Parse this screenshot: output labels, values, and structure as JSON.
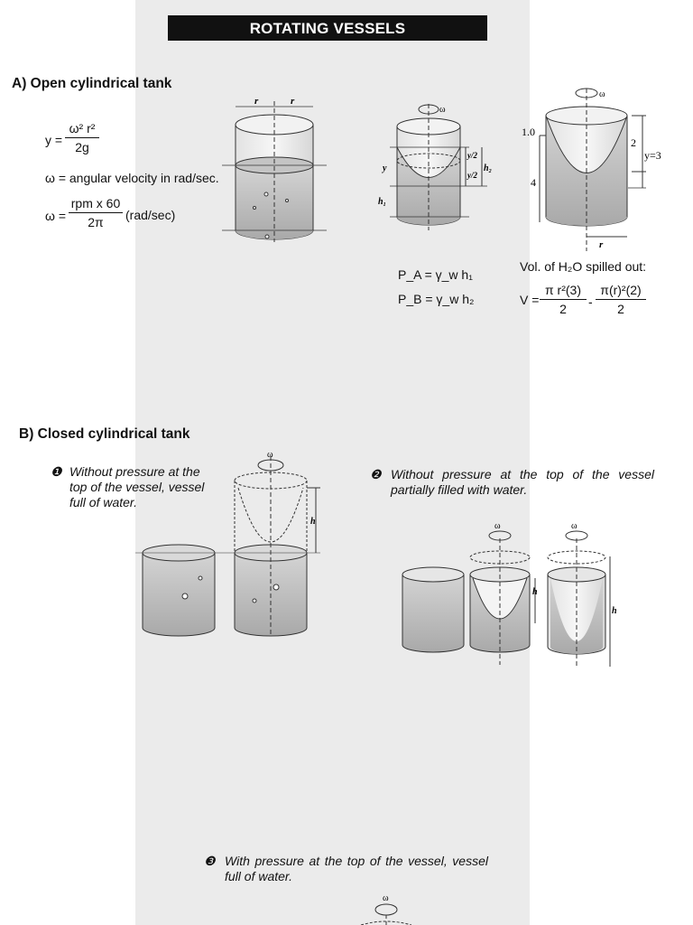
{
  "title": "ROTATING VESSELS",
  "section_a": {
    "heading": "A)  Open cylindrical tank",
    "eq_y": {
      "lhs": "y =",
      "num": "ω² r²",
      "den": "2g"
    },
    "omega_def": "ω = angular velocity in rad/sec.",
    "eq_omega": {
      "lhs": "ω =",
      "num": "rpm x 60",
      "den": "2π",
      "unit": "(rad/sec)"
    },
    "fig1_labels": {
      "r_left": "r",
      "r_right": "r"
    },
    "fig2_labels": {
      "omega": "ω",
      "y": "y",
      "h1": "h₁",
      "y2a": "y/2",
      "y2b": "y/2",
      "h2": "h₂"
    },
    "pressure_a": "P_A = γ_w h₁",
    "pressure_b": "P_B = γ_w h₂",
    "fig3_labels": {
      "omega": "ω",
      "one": "1.0",
      "four": "4",
      "two": "2",
      "y3": "y=3",
      "r": "r"
    },
    "spill_title": "Vol. of H₂O spilled out:",
    "spill_eq": {
      "lhs": "V =",
      "num1": "π r²(3)",
      "den1": "2",
      "minus": "-",
      "num2": "π(r)²(2)",
      "den2": "2"
    }
  },
  "section_b": {
    "heading": "B)  Closed cylindrical tank",
    "case1": {
      "bullet": "❶",
      "text": "Without pressure at the top of the vessel, vessel full of water.",
      "omega": "ω",
      "h": "h"
    },
    "case2": {
      "bullet": "❷",
      "text": "Without pressure at the top of the vessel partially filled with water.",
      "omega1": "ω",
      "omega2": "ω",
      "h1": "h",
      "h2": "h"
    },
    "case3": {
      "bullet": "❸",
      "text": "With pressure at the top of the vessel, vessel full of water.",
      "omega": "ω"
    }
  }
}
